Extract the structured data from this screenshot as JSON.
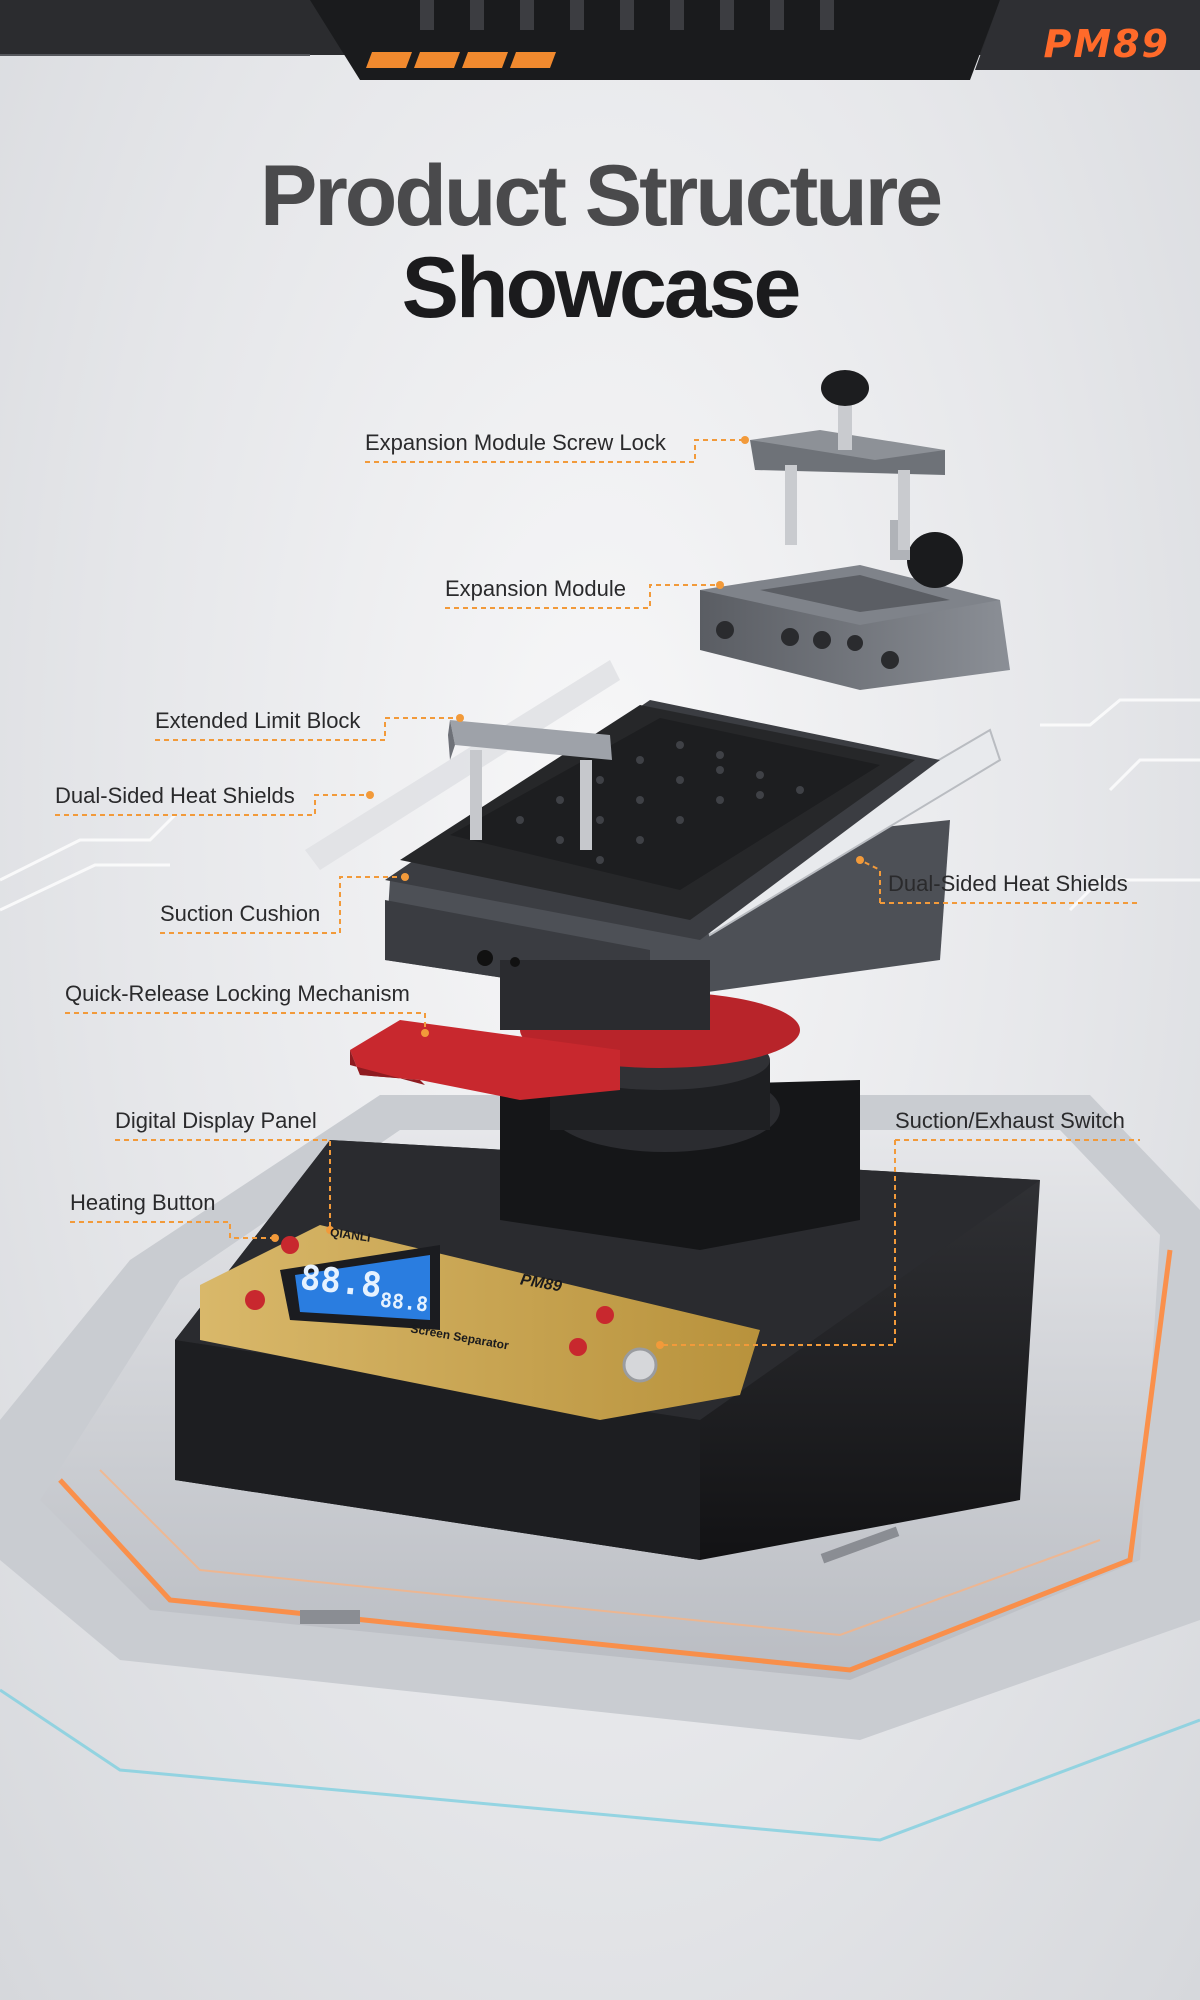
{
  "header": {
    "brand": "PM89"
  },
  "title": {
    "line1": "Product Structure",
    "line2": "Showcase"
  },
  "callouts": {
    "screw_lock": "Expansion Module Screw Lock",
    "expansion_module": "Expansion Module",
    "limit_block": "Extended Limit Block",
    "heat_shields_left": "Dual-Sided Heat Shields",
    "heat_shields_right": "Dual-Sided Heat Shields",
    "suction_cushion": "Suction Cushion",
    "quick_release": "Quick-Release Locking Mechanism",
    "display_panel": "Digital Display Panel",
    "heating_button": "Heating Button",
    "suction_switch": "Suction/Exhaust Switch"
  },
  "device": {
    "panel_brand": "QIANLI",
    "model": "PM89",
    "subtitle": "Screen Separator",
    "display_temp": "88.8",
    "display_time": "88.8"
  },
  "colors": {
    "accent": "#f29a3a",
    "brand": "#ff6a2a",
    "dark": "#1b1b1d",
    "red": "#c8282e",
    "lcd": "#2a7de0"
  }
}
